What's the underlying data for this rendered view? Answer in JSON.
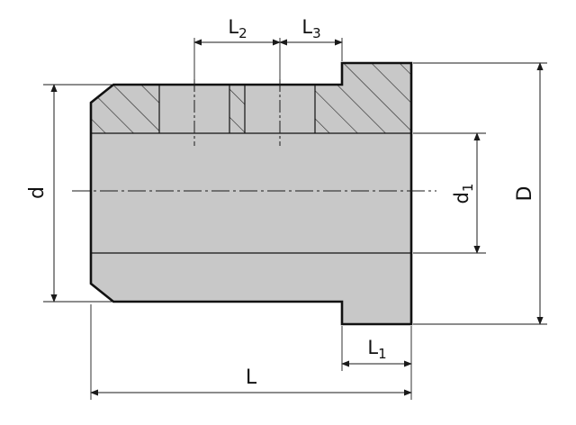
{
  "labels": {
    "L": "L",
    "L1": "L1",
    "L2": "L2",
    "L3": "L3",
    "d": "d",
    "d1": "d1",
    "D": "D"
  },
  "colors": {
    "body_fill": "#c8c8c8",
    "outline": "#111111",
    "dim_line": "#1a1a1a",
    "background": "#ffffff"
  }
}
